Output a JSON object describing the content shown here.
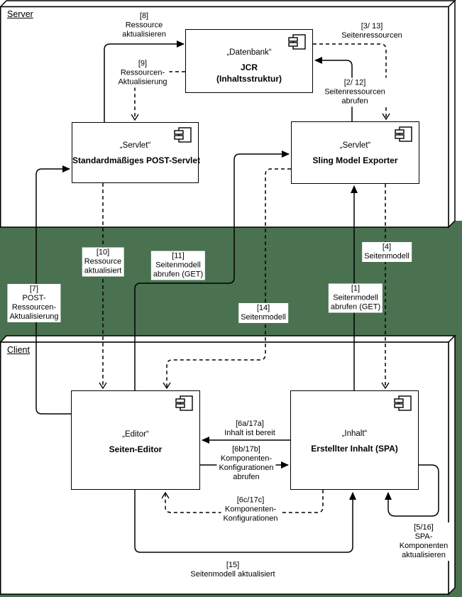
{
  "diagram": {
    "colors": {
      "background_green": "#4a7150",
      "node_fill": "#ffffff",
      "line": "#000000"
    },
    "sections": {
      "server": {
        "label": "Server"
      },
      "client": {
        "label": "Client"
      }
    },
    "components": {
      "jcr": {
        "stereotype": "„Datenbank“",
        "name_line1": "JCR",
        "name_line2": "(Inhaltsstruktur)"
      },
      "post_servlet": {
        "stereotype": "„Servlet“",
        "name_line1": "Standardmäßiges POST-Servlet"
      },
      "sling": {
        "stereotype": "„Servlet“",
        "name_line1": "Sling Model Exporter"
      },
      "editor": {
        "stereotype": "„Editor“",
        "name_line1": "Seiten-Editor"
      },
      "spa": {
        "stereotype": "„Inhalt“",
        "name_line1": "Erstellter Inhalt (SPA)"
      }
    },
    "edge_labels": {
      "e8": {
        "lines": [
          "[8]",
          "Ressource",
          "aktualisieren"
        ]
      },
      "e9": {
        "lines": [
          "[9]",
          "Ressourcen-",
          "Aktualisierung"
        ]
      },
      "e3": {
        "lines": [
          "[3/ 13]",
          "Seitenressourcen"
        ]
      },
      "e2": {
        "lines": [
          "[2/ 12]",
          "Seitenressourcen",
          "abrufen"
        ]
      },
      "e7": {
        "lines": [
          "[7]",
          "POST-",
          "Ressourcen-",
          "Aktualisierung"
        ]
      },
      "e10": {
        "lines": [
          "[10]",
          "Ressource",
          "aktualisiert"
        ]
      },
      "e11": {
        "lines": [
          "[11]",
          "Seitenmodell",
          "abrufen (GET)"
        ]
      },
      "e14": {
        "lines": [
          "[14]",
          "Seitenmodell"
        ]
      },
      "e1": {
        "lines": [
          "[1]",
          "Seitenmodell",
          "abrufen (GET)"
        ]
      },
      "e4": {
        "lines": [
          "[4]",
          "Seitenmodell"
        ]
      },
      "e6a": {
        "lines": [
          "[6a/17a]",
          "Inhalt ist bereit"
        ]
      },
      "e6b": {
        "lines": [
          "[6b/17b]",
          "Komponenten-",
          "Konfigurationen",
          "abrufen"
        ]
      },
      "e6c": {
        "lines": [
          "[6c/17c]",
          "Komponenten-",
          "Konfigurationen"
        ]
      },
      "e5": {
        "lines": [
          "[5/16]",
          "SPA-",
          "Komponenten",
          "aktualisieren"
        ]
      },
      "e15": {
        "lines": [
          "[15]",
          "Seitenmodell aktualisiert"
        ]
      }
    }
  }
}
